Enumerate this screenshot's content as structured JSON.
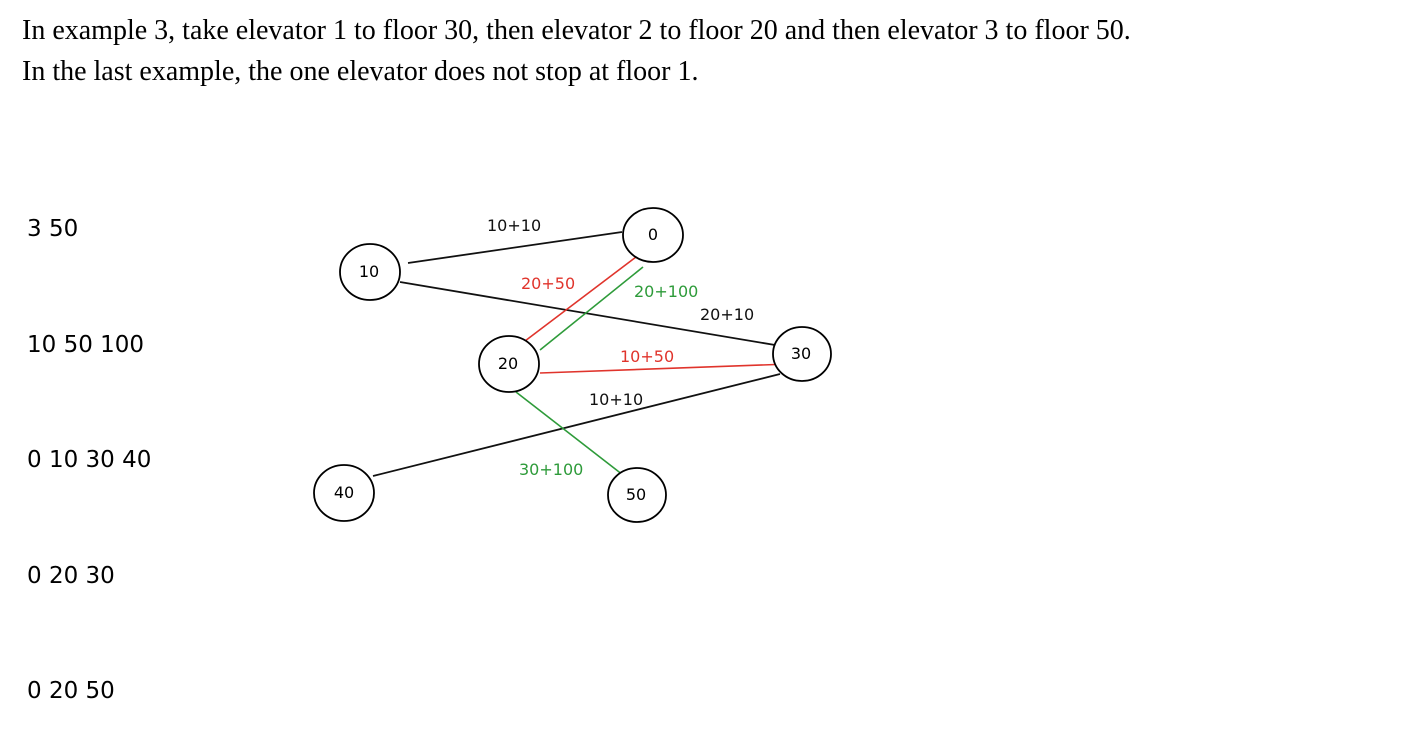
{
  "paragraph": {
    "line1": "In example 3, take elevator 1 to floor 30, then elevator 2 to floor 20 and then elevator 3 to floor 50.",
    "line2": "In the last example, the one elevator does not stop at floor 1."
  },
  "input_lines": [
    "3 50",
    "10 50 100",
    "0 10 30 40",
    "0 20 30",
    "0 20 50"
  ],
  "colors": {
    "black": "#111111",
    "red": "#e0342c",
    "green": "#2e9b3a"
  },
  "graph": {
    "nodes": [
      {
        "id": "0",
        "label": "0"
      },
      {
        "id": "10",
        "label": "10"
      },
      {
        "id": "20",
        "label": "20"
      },
      {
        "id": "30",
        "label": "30"
      },
      {
        "id": "40",
        "label": "40"
      },
      {
        "id": "50",
        "label": "50"
      }
    ],
    "edges": [
      {
        "from": "10",
        "to": "0",
        "color": "black",
        "label": "10+10"
      },
      {
        "from": "10",
        "to": "30",
        "color": "black",
        "label": "20+10"
      },
      {
        "from": "30",
        "to": "40",
        "color": "black",
        "label": "10+10"
      },
      {
        "from": "20",
        "to": "0",
        "color": "red",
        "label": "20+50"
      },
      {
        "from": "20",
        "to": "30",
        "color": "red",
        "label": "10+50"
      },
      {
        "from": "20",
        "to": "0",
        "color": "green",
        "label": "20+100"
      },
      {
        "from": "20",
        "to": "50",
        "color": "green",
        "label": "30+100"
      }
    ]
  }
}
